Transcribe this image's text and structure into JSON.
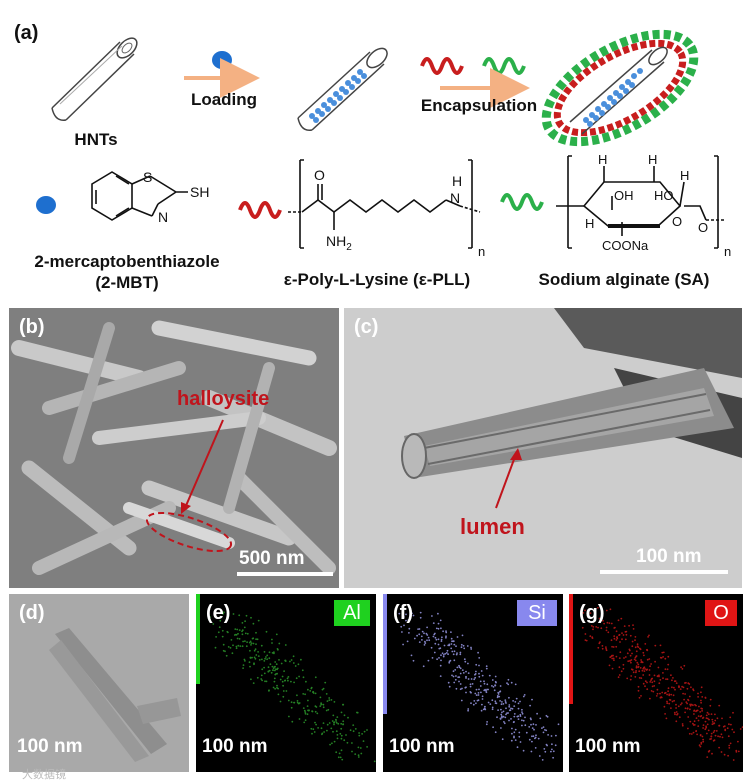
{
  "panel_a": {
    "label": "(a)",
    "hnt_caption": "HNTs",
    "loading_label": "Loading",
    "encapsulation_label": "Encapsulation",
    "mbt_name_line1": "2-mercaptobenthiazole",
    "mbt_name_line2": "(2-MBT)",
    "mbt_sh": "SH",
    "mbt_s": "S",
    "mbt_n": "N",
    "pll_name": "ε-Poly-L-Lysine (ε-PLL)",
    "pll_o": "O",
    "pll_nh2": "NH",
    "pll_nh2_sub": "2",
    "pll_h": "H",
    "pll_n": "N",
    "pll_sub_n": "n",
    "sa_name": "Sodium alginate (SA)",
    "sa_coona": "COONa",
    "sa_oh": "OH",
    "sa_ho": "HO",
    "sa_h": "H",
    "sa_o": "O",
    "sa_sub_n": "n"
  },
  "panel_b": {
    "label": "(b)",
    "annotation": "halloysite",
    "scale": "500 nm"
  },
  "panel_c": {
    "label": "(c)",
    "annotation": "lumen",
    "scale": "100 nm"
  },
  "panel_d": {
    "label": "(d)",
    "scale": "100 nm"
  },
  "panel_e": {
    "label": "(e)",
    "element": "Al",
    "scale": "100 nm"
  },
  "panel_f": {
    "label": "(f)",
    "element": "Si",
    "scale": "100 nm"
  },
  "panel_g": {
    "label": "(g)",
    "element": "O",
    "scale": "100 nm"
  },
  "watermark": "大数据镜",
  "colors": {
    "annotation_red": "#c0141c",
    "al_green": "#1fd11f",
    "si_violet": "#8888ee",
    "o_red": "#e01515",
    "wrap_green": "#2bb04a",
    "wrap_red": "#c81e1e",
    "drug_blue": "#1e6fcf",
    "arrow_orange": "#f4b183"
  }
}
